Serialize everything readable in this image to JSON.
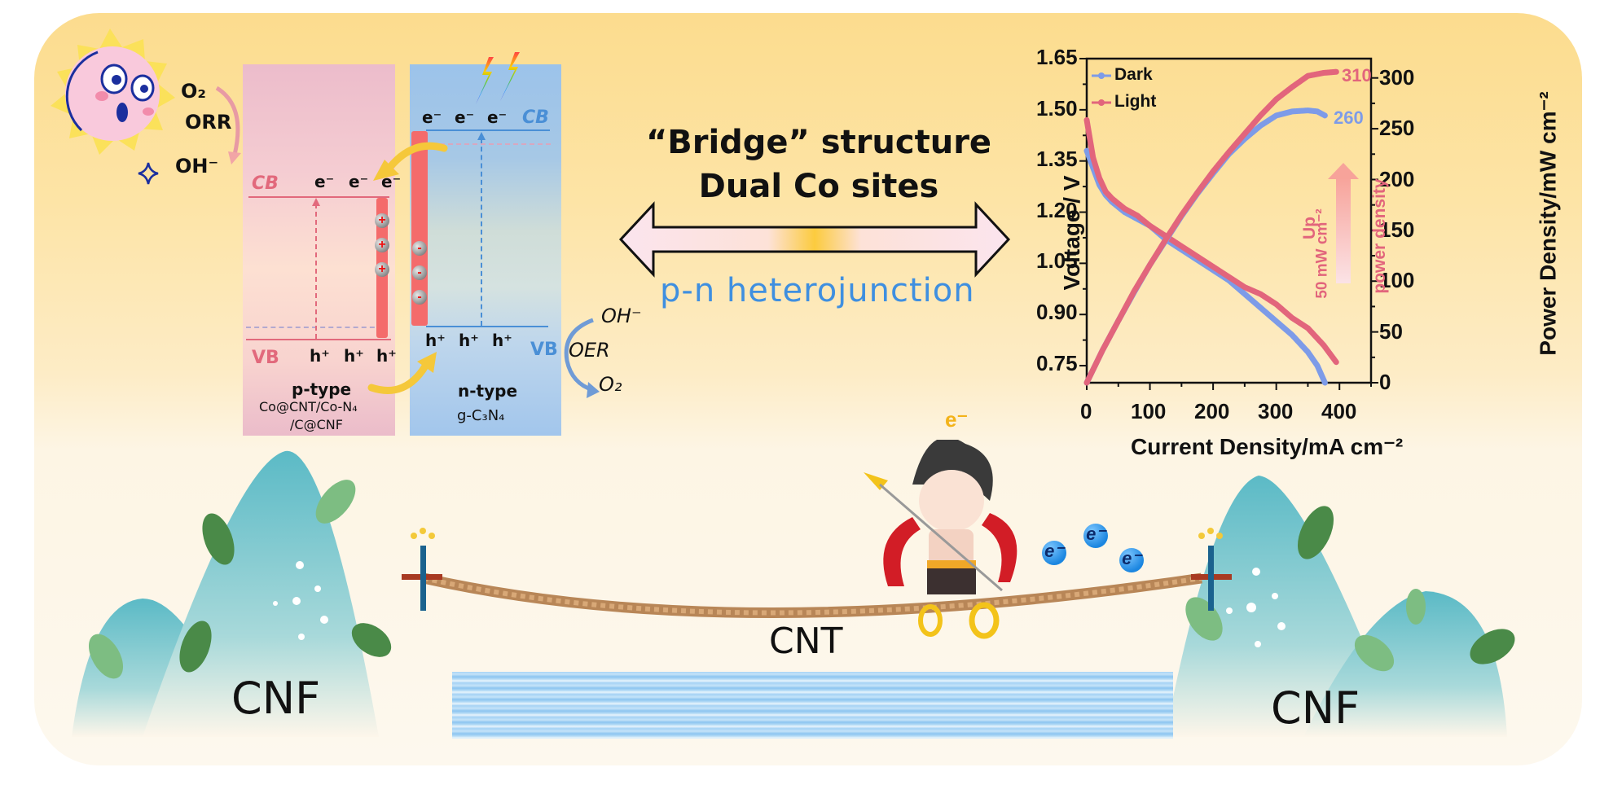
{
  "sun": {
    "o2": "O₂",
    "orr": "ORR",
    "oh": "OH⁻"
  },
  "band_diagram": {
    "p_type": {
      "cb_label": "CB",
      "vb_label": "VB",
      "electrons": [
        "e⁻",
        "e⁻",
        "e⁻"
      ],
      "holes": [
        "h⁺",
        "h⁺",
        "h⁺"
      ],
      "charges": [
        "+",
        "+",
        "+"
      ],
      "type_label": "p-type",
      "material_line1": "Co@CNT/Co-N₄",
      "material_line2": "/C@CNF",
      "color": "#e2697c"
    },
    "n_type": {
      "cb_label": "CB",
      "vb_label": "VB",
      "electrons": [
        "e⁻",
        "e⁻",
        "e⁻"
      ],
      "holes": [
        "h⁺",
        "h⁺",
        "h⁺"
      ],
      "charges": [
        "-",
        "-",
        "-"
      ],
      "type_label": "n-type",
      "material": "g-C₃N₄",
      "color": "#4a8fd6"
    }
  },
  "oer": {
    "oh": "OH⁻",
    "oer": "OER",
    "o2": "O₂"
  },
  "center": {
    "line1": "“Bridge” structure",
    "line2": "Dual Co sites",
    "heterojunction": "p-n heterojunction"
  },
  "scene": {
    "left_mountain": "CNF",
    "right_mountain": "CNF",
    "rope": "CNT",
    "character_badge": "e⁻",
    "electrons": [
      "e⁻",
      "e⁻",
      "e⁻"
    ]
  },
  "chart_data": {
    "type": "line",
    "title": "",
    "xlabel": "Current Density/mA cm⁻²",
    "ylabel": "Voltage / V",
    "y2label": "Power Density/mW cm⁻²",
    "xlim": [
      0,
      450
    ],
    "ylim": [
      0.7,
      1.65
    ],
    "y2lim": [
      0,
      319
    ],
    "x_ticks": [
      "0",
      "100",
      "200",
      "300",
      "400"
    ],
    "y_ticks": [
      "1.65",
      "1.50",
      "1.35",
      "1.20",
      "1.05",
      "0.90",
      "0.75"
    ],
    "y2_ticks": [
      "300",
      "250",
      "200",
      "150",
      "100",
      "50",
      "0"
    ],
    "legend": [
      {
        "name": "Dark",
        "color": "#7d9be8"
      },
      {
        "name": "Light",
        "color": "#e2657c"
      }
    ],
    "legend_position": "upper left",
    "grid": false,
    "series": [
      {
        "name": "Dark (Voltage)",
        "axis": "left",
        "color": "#7d9be8",
        "x": [
          0,
          10,
          20,
          30,
          40,
          60,
          80,
          100,
          125,
          150,
          175,
          200,
          225,
          250,
          275,
          300,
          325,
          350,
          365,
          377
        ],
        "y": [
          1.38,
          1.33,
          1.28,
          1.25,
          1.23,
          1.2,
          1.18,
          1.16,
          1.12,
          1.09,
          1.06,
          1.03,
          1.0,
          0.96,
          0.92,
          0.88,
          0.84,
          0.79,
          0.75,
          0.7
        ]
      },
      {
        "name": "Light (Voltage)",
        "axis": "left",
        "color": "#e2657c",
        "x": [
          0,
          10,
          20,
          30,
          40,
          60,
          80,
          100,
          125,
          150,
          175,
          200,
          225,
          250,
          275,
          300,
          325,
          350,
          375,
          395
        ],
        "y": [
          1.47,
          1.36,
          1.3,
          1.26,
          1.24,
          1.21,
          1.19,
          1.16,
          1.13,
          1.1,
          1.07,
          1.04,
          1.01,
          0.98,
          0.96,
          0.93,
          0.89,
          0.86,
          0.81,
          0.76
        ]
      },
      {
        "name": "Dark (Power)",
        "axis": "right",
        "color": "#7d9be8",
        "x": [
          0,
          25,
          50,
          75,
          100,
          125,
          150,
          175,
          200,
          225,
          250,
          275,
          300,
          325,
          350,
          365,
          377
        ],
        "y": [
          0,
          32,
          61,
          89,
          116,
          140,
          164,
          186,
          206,
          225,
          240,
          253,
          263,
          267,
          268,
          267,
          263
        ]
      },
      {
        "name": "Light (Power)",
        "axis": "right",
        "color": "#e2657c",
        "x": [
          0,
          25,
          50,
          75,
          100,
          125,
          150,
          175,
          200,
          225,
          250,
          275,
          300,
          325,
          350,
          375,
          395
        ],
        "y": [
          0,
          32,
          61,
          90,
          116,
          141,
          165,
          187,
          208,
          227,
          245,
          263,
          279,
          291,
          302,
          305,
          306
        ]
      }
    ],
    "annotations": [
      {
        "text": "310",
        "color": "#e2657c",
        "near": "Light power peak"
      },
      {
        "text": "260",
        "color": "#7d9be8",
        "near": "Dark power peak"
      },
      {
        "text": "Up",
        "color": "#e2657c",
        "rotation": -90
      },
      {
        "text": "50 mW cm⁻²",
        "color": "#e2657c",
        "rotation": -90
      },
      {
        "text": "power density",
        "color": "#e2657c",
        "rotation": -90
      }
    ]
  }
}
